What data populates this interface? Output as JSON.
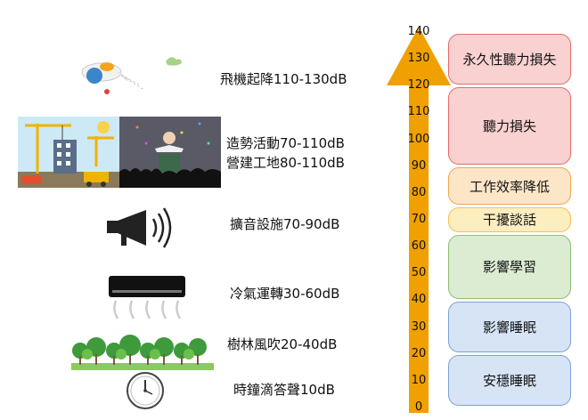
{
  "sources": [
    {
      "label": "飛機起降110-130dB",
      "icon": "airplane-icon"
    },
    {
      "label": "造勢活動70-110dB",
      "icon": "rally-crowd-icon"
    },
    {
      "label": "營建工地80-110dB",
      "icon": "construction-site-icon"
    },
    {
      "label": "擴音設施70-90dB",
      "icon": "megaphone-icon"
    },
    {
      "label": "冷氣運轉30-60dB",
      "icon": "air-conditioner-icon"
    },
    {
      "label": "樹林風吹20-40dB",
      "icon": "trees-icon"
    },
    {
      "label": "時鐘滴答聲10dB",
      "icon": "clock-icon"
    }
  ],
  "scale": {
    "min": 0,
    "max": 140,
    "ticks": [
      "0",
      "10",
      "20",
      "30",
      "40",
      "50",
      "60",
      "70",
      "80",
      "90",
      "100",
      "110",
      "120",
      "130",
      "140"
    ],
    "color": "#f0a000"
  },
  "effects": [
    {
      "label": "永久性聽力損失",
      "from": 120,
      "to": 140,
      "fill": "#f9d1d1",
      "border": "#e06e6e"
    },
    {
      "label": "聽力損失",
      "from": 90,
      "to": 120,
      "fill": "#f9d1d1",
      "border": "#e06e6e"
    },
    {
      "label": "工作效率降低",
      "from": 75,
      "to": 90,
      "fill": "#fde5c8",
      "border": "#f0a650"
    },
    {
      "label": "干擾談話",
      "from": 65,
      "to": 75,
      "fill": "#fdeec0",
      "border": "#f0c050"
    },
    {
      "label": "影響學習",
      "from": 40,
      "to": 65,
      "fill": "#dcecd2",
      "border": "#8ebd73"
    },
    {
      "label": "影響睡眠",
      "from": 20,
      "to": 40,
      "fill": "#d6e4f6",
      "border": "#7aa3d6"
    },
    {
      "label": "安穩睡眠",
      "from": 0,
      "to": 20,
      "fill": "#d6e4f6",
      "border": "#7aa3d6"
    }
  ]
}
